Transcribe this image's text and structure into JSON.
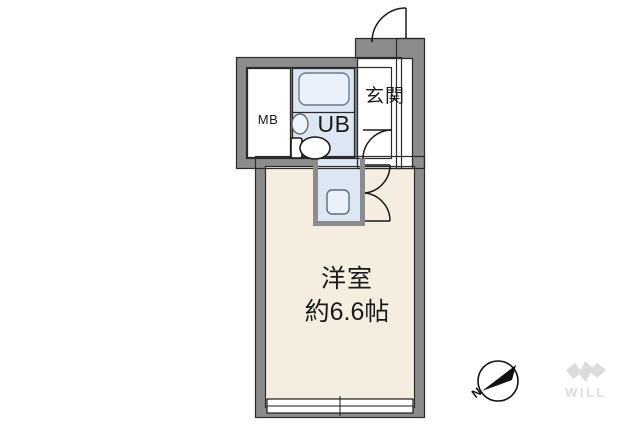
{
  "document": {
    "type": "floor-plan",
    "title": "Apartment Floor Plan",
    "background_color": "#ffffff"
  },
  "colors": {
    "wall": "#8c8c8c",
    "wall_edge": "#2b2b2b",
    "room_floor": "#f5eee0",
    "wet_area_floor": "#dde7f4",
    "white_area": "#ffffff",
    "line": "#1a1a1a",
    "watermark": "#dcdcdc"
  },
  "rooms": [
    {
      "id": "western-room",
      "name": "洋室",
      "area_label": "約6.6帖",
      "floor_color": "#f5eee0"
    },
    {
      "id": "entrance",
      "name": "玄関",
      "floor_color": "#ffffff"
    },
    {
      "id": "unit-bath",
      "name": "UB",
      "floor_color": "#dde7f4"
    },
    {
      "id": "meter-box",
      "name": "MB",
      "floor_color": "#ffffff"
    },
    {
      "id": "kitchen",
      "name": "",
      "floor_color": "#dde7f4"
    }
  ],
  "labels": {
    "room_name": "洋室",
    "room_area": "約6.6帖",
    "entrance": "玄関",
    "unit_bath": "UB",
    "meter_box": "MB"
  },
  "fixtures": [
    {
      "id": "bathtub",
      "name": "bathtub"
    },
    {
      "id": "toilet",
      "name": "toilet"
    },
    {
      "id": "washbasin",
      "name": "washbasin"
    },
    {
      "id": "kitchen-sink",
      "name": "kitchen-sink"
    },
    {
      "id": "entry-door",
      "name": "entry-door"
    },
    {
      "id": "room-door",
      "name": "room-door"
    },
    {
      "id": "kitchen-door",
      "name": "kitchen-door"
    },
    {
      "id": "balcony-window",
      "name": "balcony-window"
    }
  ],
  "compass": {
    "label": "N",
    "direction": "north-east"
  },
  "watermark": {
    "text": "WILL",
    "color": "#dcdcdc"
  }
}
